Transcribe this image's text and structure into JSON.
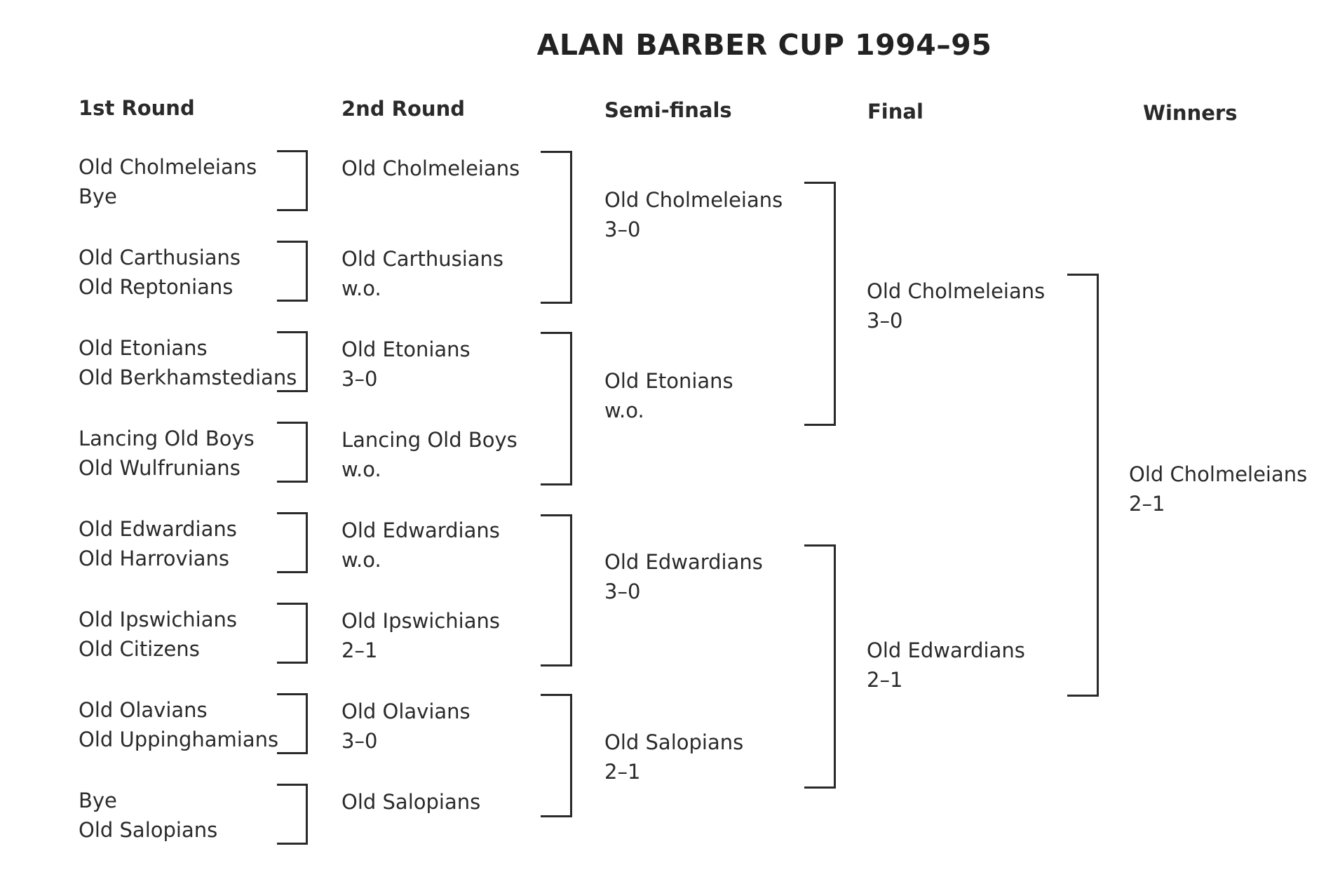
{
  "title": "ALAN BARBER CUP 1994–95",
  "columns": [
    "1st Round",
    "2nd Round",
    "Semi-finals",
    "Final",
    "Winners"
  ],
  "round1": [
    {
      "a": "Old Cholmeleians",
      "b": "Bye"
    },
    {
      "a": "Old Carthusians",
      "b": "Old Reptonians"
    },
    {
      "a": "Old Etonians",
      "b": "Old Berkhamstedians"
    },
    {
      "a": "Lancing Old Boys",
      "b": "Old Wulfrunians"
    },
    {
      "a": "Old Edwardians",
      "b": "Old Harrovians"
    },
    {
      "a": "Old Ipswichians",
      "b": "Old Citizens"
    },
    {
      "a": "Old Olavians",
      "b": "Old Uppinghamians"
    },
    {
      "a": "Bye",
      "b": "Old Salopians"
    }
  ],
  "round2": [
    {
      "team": "Old Cholmeleians",
      "score": ""
    },
    {
      "team": "Old Carthusians",
      "score": "w.o."
    },
    {
      "team": "Old Etonians",
      "score": "3–0"
    },
    {
      "team": "Lancing Old Boys",
      "score": "w.o."
    },
    {
      "team": "Old Edwardians",
      "score": "w.o."
    },
    {
      "team": "Old Ipswichians",
      "score": "2–1"
    },
    {
      "team": "Old Olavians",
      "score": "3–0"
    },
    {
      "team": "Old Salopians",
      "score": ""
    }
  ],
  "semifinals": [
    {
      "team": "Old Cholmeleians",
      "score": "3–0"
    },
    {
      "team": "Old Etonians",
      "score": "w.o."
    },
    {
      "team": "Old Edwardians",
      "score": "3–0"
    },
    {
      "team": "Old Salopians",
      "score": "2–1"
    }
  ],
  "final": [
    {
      "team": "Old Cholmeleians",
      "score": "3–0"
    },
    {
      "team": "Old Edwardians",
      "score": "2–1"
    }
  ],
  "winner": {
    "team": "Old Cholmeleians",
    "score": "2–1"
  }
}
